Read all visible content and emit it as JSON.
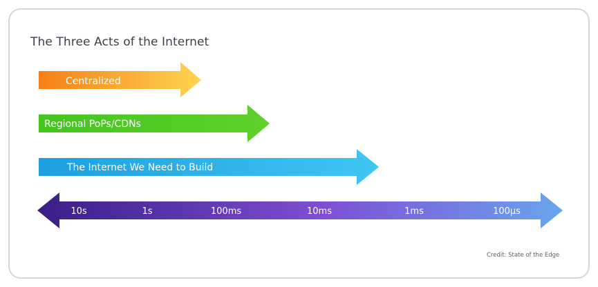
{
  "title": "The Three Acts of the Internet",
  "acts": [
    {
      "label": "Centralized",
      "color_start": "#f57f17",
      "color_end": "#ffd54f"
    },
    {
      "label": "Regional PoPs/CDNs",
      "color_start": "#43c51e",
      "color_end": "#5fd12a"
    },
    {
      "label": "The Internet We Need to Build",
      "color_start": "#1e9fe0",
      "color_end": "#3ec6f2"
    }
  ],
  "scale": {
    "ticks": [
      "10s",
      "1s",
      "100ms",
      "10ms",
      "1ms",
      "100µs"
    ],
    "color_start": "#3a1d86",
    "color_mid": "#7e4fd6",
    "color_end": "#6aa5ee"
  },
  "credit": "Credit: State of the Edge"
}
